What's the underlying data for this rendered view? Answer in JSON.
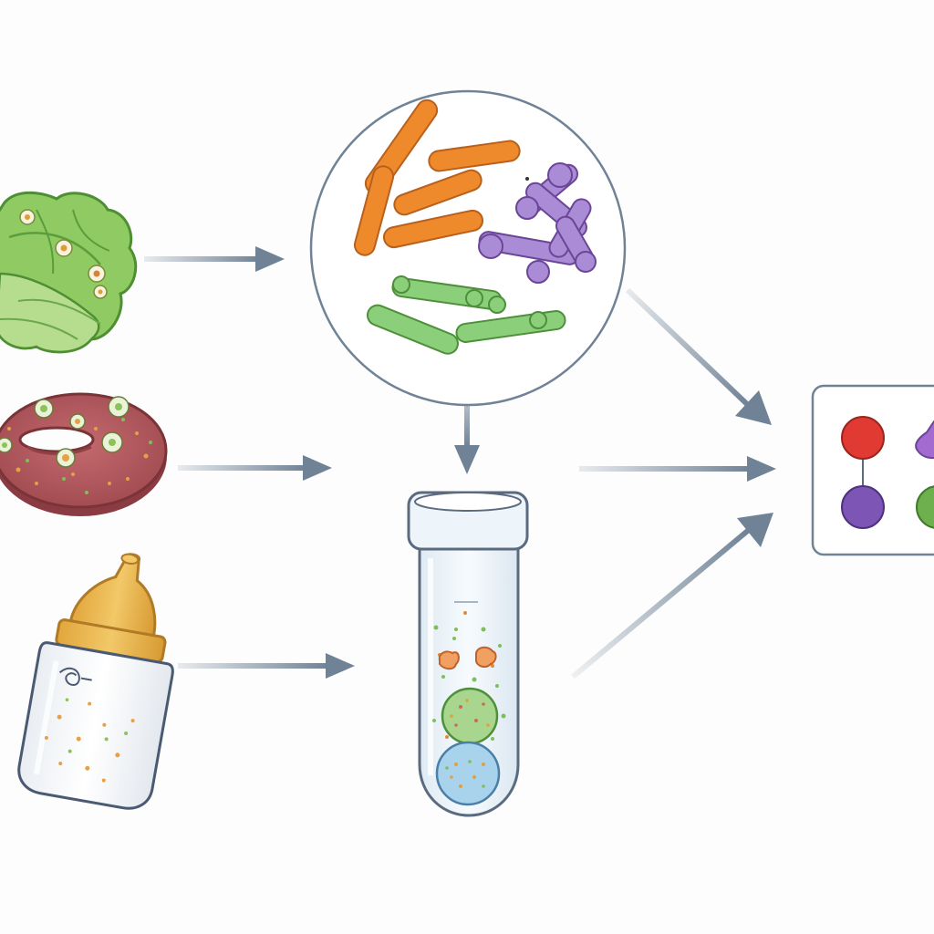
{
  "diagram": {
    "nodes": [
      {
        "id": "lettuce",
        "icon": "lettuce-icon",
        "colors": {
          "fill": "#7fc35a",
          "stroke": "#4d8a34"
        }
      },
      {
        "id": "meat-ring",
        "icon": "sausage-ring-icon",
        "colors": {
          "fill": "#b45a5e",
          "stroke": "#7a3438"
        }
      },
      {
        "id": "baby-bottle",
        "icon": "baby-bottle-icon",
        "colors": {
          "fill": "#f2f4f7",
          "cap": "#e7b44a"
        }
      },
      {
        "id": "bacteria-culture",
        "icon": "microscope-view-icon",
        "colors": {
          "orange": "#ee8a2c",
          "purple": "#9a6ac7",
          "green": "#7bbf6a"
        }
      },
      {
        "id": "test-tube",
        "icon": "test-tube-icon",
        "colors": {
          "glass": "#eef6fb",
          "green": "#8cc27a",
          "blue": "#8ec1e0"
        }
      },
      {
        "id": "result-panel",
        "icon": "colony-result-icon",
        "colors": {
          "red": "#e03a32",
          "purple": "#7d55b4",
          "green": "#6fb04e"
        }
      }
    ],
    "edges": [
      {
        "from": "lettuce",
        "to": "bacteria-culture"
      },
      {
        "from": "meat-ring",
        "to": "test-tube"
      },
      {
        "from": "baby-bottle",
        "to": "test-tube"
      },
      {
        "from": "bacteria-culture",
        "to": "test-tube"
      },
      {
        "from": "bacteria-culture",
        "to": "result-panel"
      },
      {
        "from": "test-tube",
        "to": "result-panel"
      },
      {
        "from": "baby-bottle",
        "to": "result-panel"
      }
    ],
    "arrow_color": "#6f8296"
  }
}
